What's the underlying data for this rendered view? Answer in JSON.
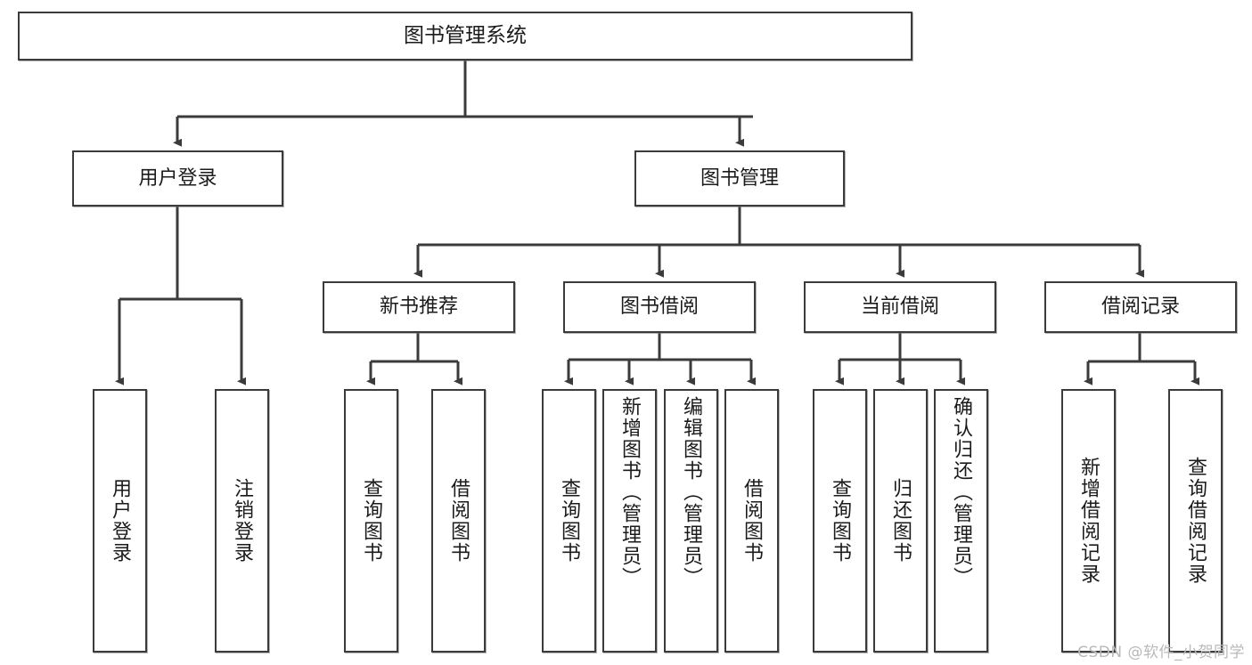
{
  "diagram": {
    "type": "tree-hierarchy",
    "title": "图书管理系统",
    "root": {
      "label": "图书管理系统"
    },
    "level2": [
      {
        "id": "user-login",
        "label": "用户登录"
      },
      {
        "id": "book-management",
        "label": "图书管理"
      }
    ],
    "level3": [
      {
        "id": "new-book-recommend",
        "label": "新书推荐",
        "parent": "book-management"
      },
      {
        "id": "book-borrow",
        "label": "图书借阅",
        "parent": "book-management"
      },
      {
        "id": "current-borrow",
        "label": "当前借阅",
        "parent": "book-management"
      },
      {
        "id": "borrow-record",
        "label": "借阅记录",
        "parent": "book-management"
      }
    ],
    "leaves": [
      {
        "id": "leaf-user-login",
        "label": "用户登录",
        "parent": "user-login"
      },
      {
        "id": "leaf-logout-login",
        "label": "注销登录",
        "parent": "user-login"
      },
      {
        "id": "leaf-query-book-1",
        "label": "查询图书",
        "parent": "new-book-recommend"
      },
      {
        "id": "leaf-borrow-book-1",
        "label": "借阅图书",
        "parent": "new-book-recommend"
      },
      {
        "id": "leaf-query-book-2",
        "label": "查询图书",
        "parent": "book-borrow"
      },
      {
        "id": "leaf-add-book",
        "label": "新增图书（管理员）",
        "parent": "book-borrow"
      },
      {
        "id": "leaf-edit-book",
        "label": "编辑图书（管理员）",
        "parent": "book-borrow"
      },
      {
        "id": "leaf-borrow-book-2",
        "label": "借阅图书",
        "parent": "book-borrow"
      },
      {
        "id": "leaf-query-book-3",
        "label": "查询图书",
        "parent": "current-borrow"
      },
      {
        "id": "leaf-return-book",
        "label": "归还图书",
        "parent": "current-borrow"
      },
      {
        "id": "leaf-confirm-return",
        "label": "确认归还（管理员）",
        "parent": "current-borrow"
      },
      {
        "id": "leaf-add-borrow-record",
        "label": "新增借阅记录",
        "parent": "borrow-record"
      },
      {
        "id": "leaf-query-borrow-record",
        "label": "查询借阅记录",
        "parent": "borrow-record"
      }
    ],
    "watermark": "CSDN @软件_小贺同学",
    "colors": {
      "border": "#3b3b3b",
      "text": "#1b1b1b",
      "background": "#ffffff",
      "watermark": "#b9b9b9"
    }
  }
}
